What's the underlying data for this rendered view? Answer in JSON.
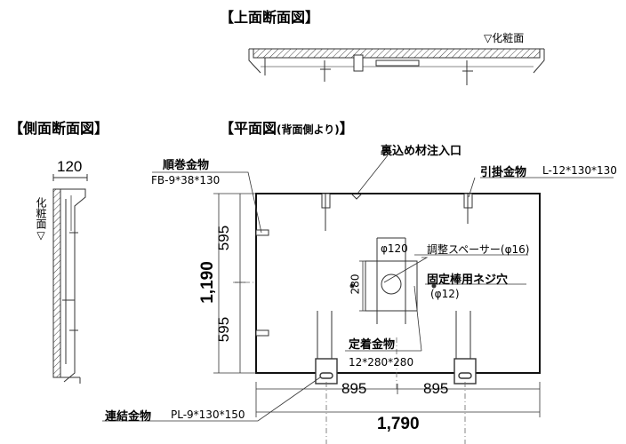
{
  "titles": {
    "top_section": "【上面断面図】",
    "side_section": "【側面断面図】",
    "plan": "【平面図",
    "plan_sub": "(背面側より)",
    "plan_close": "】"
  },
  "finish_marker": "▽化粧面",
  "side_finish_marker": "化粧面▽",
  "side_dim": "120",
  "labels": {
    "roll_fitting": "順巻金物",
    "roll_spec": "FB-9*38*130",
    "back_inlet": "裏込め材注入口",
    "pull_fitting": "引掛金物",
    "pull_spec": "L-12*130*130",
    "spacer": "調整スペーサー(φ16)",
    "phi120": "φ120",
    "rod_hole": "固定棒用ネジ穴",
    "rod_hole_spec": "(φ12)",
    "fix_fitting": "定着金物",
    "fix_spec": "12*280*280",
    "connect_fitting": "連結金物",
    "connect_spec": "PL-9*130*150",
    "dim_280": "280"
  },
  "dims": {
    "height_total": "1,190",
    "height_upper": "595",
    "height_lower": "595",
    "width_left": "895",
    "width_right": "895",
    "width_total": "1,790"
  }
}
